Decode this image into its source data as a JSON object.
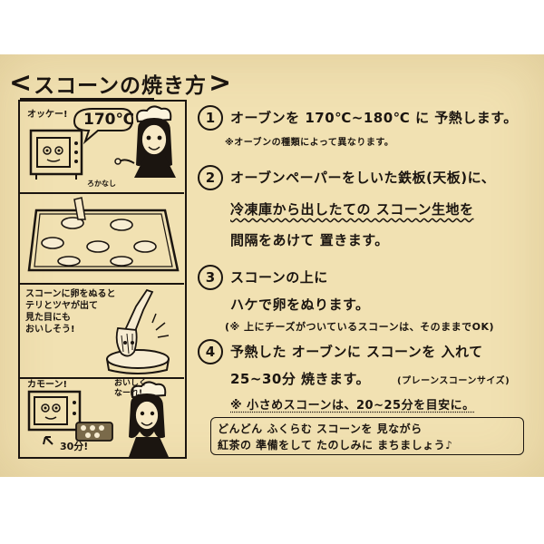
{
  "title": {
    "left_bracket": "<",
    "text": "スコーンの焼き方",
    "right_bracket": ">"
  },
  "comic": {
    "panel1": {
      "exclaim": "オッケー!",
      "oven_temp": "170℃",
      "rosy": "ろかなし"
    },
    "panel3": {
      "caption": "スコーンに卵をぬると\nテリとツヤが出て\n見た目にも\nおいしそう!"
    },
    "panel4": {
      "oven_says": "カモーン!",
      "girl_says": "おいしく\nなーれ!",
      "timer": "30分!"
    }
  },
  "steps": [
    {
      "number": "1",
      "lines": [
        "オーブンを 170℃~180℃ に 予熱します。"
      ],
      "note": "※オーブンの種類によって異なります。"
    },
    {
      "number": "2",
      "lines": [
        "オーブンペーパーをしいた鉄板(天板)に、",
        "冷凍庫から出したての スコーン生地を",
        "間隔をあけて 置きます。"
      ]
    },
    {
      "number": "3",
      "lines": [
        "スコーンの上に",
        "ハケで卵をぬります。"
      ],
      "note": "(※ 上にチーズがついているスコーンは、そのままでOK)"
    },
    {
      "number": "4",
      "lines": [
        "予熱した オーブンに スコーンを 入れて",
        "25~30分 焼きます。"
      ],
      "size_note": "(プレーンスコーンサイズ)",
      "note": "※ 小さめスコーンは、20~25分を目安に。"
    }
  ],
  "closing": [
    "どんどん ふくらむ スコーンを 見ながら",
    "紅茶の 準備をして たのしみに まちましょう♪"
  ],
  "colors": {
    "card": "#f1e1b2",
    "ink": "#1b1510"
  }
}
